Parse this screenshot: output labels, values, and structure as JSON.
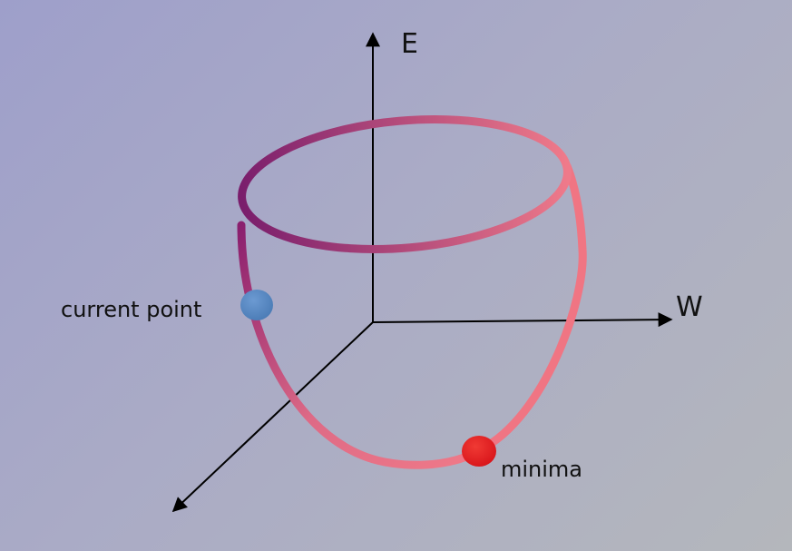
{
  "axes": {
    "vertical_label": "E",
    "horizontal_label": "W"
  },
  "points": {
    "current_label": "current point",
    "current_color": "#4a7bb5",
    "minima_label": "minima",
    "minima_color": "#d8141a"
  },
  "bowl": {
    "rim_color_dark": "#7a1e6c",
    "rim_color_light": "#ef7a8a"
  }
}
